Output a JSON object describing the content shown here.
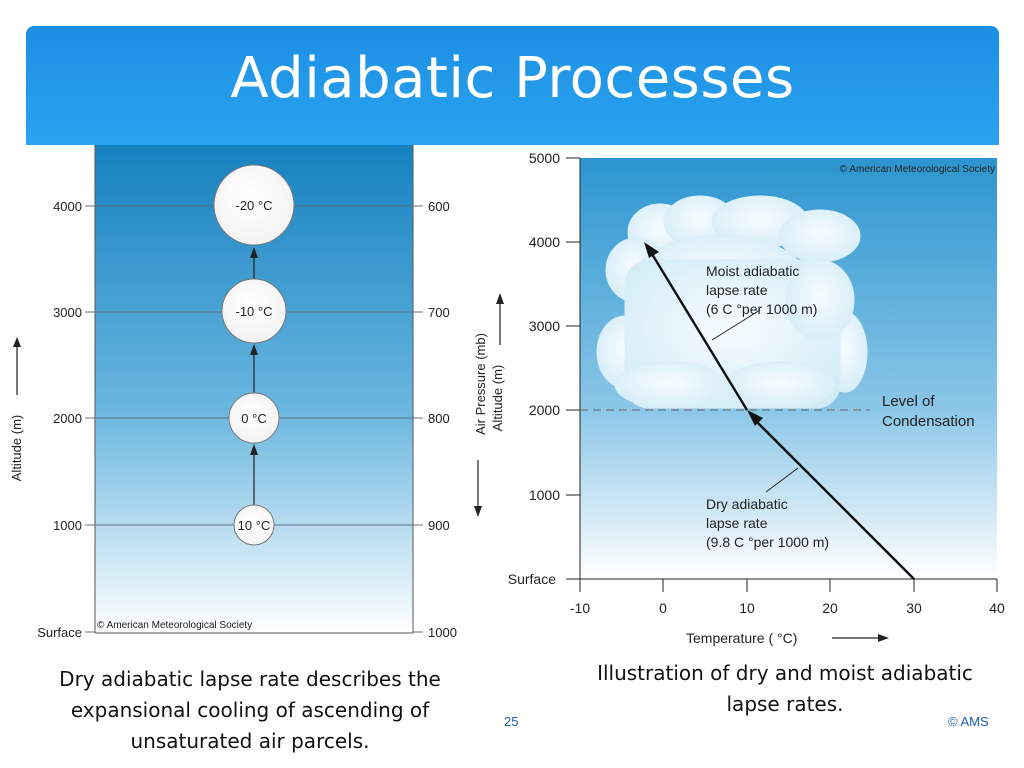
{
  "slide": {
    "title": "Adiabatic Processes",
    "caption_left": "Dry adiabatic lapse rate describes the expansional cooling of ascending  of unsaturated air parcels.",
    "caption_right": "Illustration of dry and moist adiabatic lapse rates.",
    "slide_number": "25",
    "credit": "© AMS"
  },
  "left_diagram": {
    "y_label": "Altitude (m)",
    "altitude_ticks": [
      "4000",
      "3000",
      "2000",
      "1000",
      "Surface"
    ],
    "pressure_ticks": [
      "600",
      "700",
      "800",
      "900",
      "1000"
    ],
    "parcels": [
      "-20 °C",
      "-10 °C",
      "0 °C",
      "10 °C"
    ],
    "copyright": "© American Meteorological Society",
    "colors": {
      "sky_top": "#1581c0",
      "sky_bottom": "#ffffff"
    }
  },
  "right_diagram": {
    "y_label_top": "Air Pressure (mb)",
    "y_label_bottom": "Altitude (m)",
    "y_ticks": [
      "5000",
      "4000",
      "3000",
      "2000",
      "1000",
      "Surface"
    ],
    "x_ticks": [
      "-10",
      "0",
      "10",
      "20",
      "30",
      "40"
    ],
    "x_label": "Temperature ( °C)",
    "moist_label": [
      "Moist adiabatic",
      "lapse rate",
      "(6  C  °per 1000 m)"
    ],
    "dry_label": [
      "Dry adiabatic",
      "lapse rate",
      "(9.8 C  °per 1000 m)"
    ],
    "condensation_label": [
      "Level of",
      "Condensation"
    ],
    "copyright": "© American Meteorological Society",
    "colors": {
      "sky_top": "#2b95cf",
      "sky_bottom": "#ffffff",
      "cloud": "#e7f5fc"
    }
  }
}
